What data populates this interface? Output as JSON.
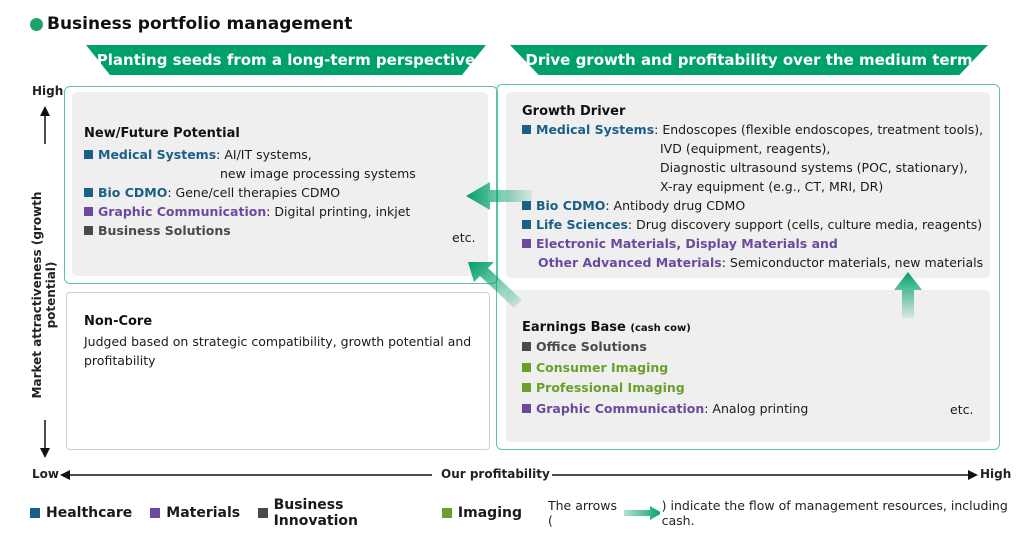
{
  "title": "Business portfolio management",
  "banners": {
    "left": "Planting seeds from a long-term perspective",
    "right": "Drive growth and profitability over the medium term"
  },
  "axes": {
    "y_label": "Market attractiveness (growth potential)",
    "y_high": "High",
    "y_low": "Low",
    "x_label": "Our profitability",
    "x_high": "High"
  },
  "quadrants": {
    "new_future": {
      "title": "New/Future Potential",
      "items": [
        {
          "segment": "Medical Systems",
          "detail": ": AI/IT systems,",
          "cont": "new image processing systems"
        },
        {
          "segment": "Bio CDMO",
          "detail": ": Gene/cell therapies CDMO"
        },
        {
          "segment": "Graphic Communication",
          "detail": ": Digital printing, inkjet"
        },
        {
          "segment": "Business Solutions",
          "detail": ""
        }
      ],
      "etc": "etc."
    },
    "growth_driver": {
      "title": "Growth Driver",
      "items": [
        {
          "segment": "Medical Systems",
          "detail": ": Endoscopes (flexible endoscopes, treatment tools),"
        },
        {
          "segment": "Bio CDMO",
          "detail": ": Antibody drug CDMO"
        },
        {
          "segment": "Life Sciences",
          "detail": ": Drug discovery support (cells, culture media, reagents)"
        },
        {
          "segment": "Electronic Materials, Display Materials and",
          "segment2": "Other Advanced Materials",
          "detail": ": Semiconductor materials, new materials"
        }
      ],
      "medical_cont": [
        "IVD (equipment, reagents),",
        "Diagnostic ultrasound systems (POC, stationary),",
        "X-ray equipment (e.g., CT, MRI, DR)"
      ]
    },
    "non_core": {
      "title": "Non-Core",
      "text1": "Judged based on strategic compatibility, growth potential and",
      "text2": "profitability"
    },
    "earnings_base": {
      "title": "Earnings Base",
      "subtitle": "(cash cow)",
      "items": [
        {
          "segment": "Office Solutions",
          "detail": ""
        },
        {
          "segment": "Consumer Imaging",
          "detail": ""
        },
        {
          "segment": "Professional Imaging",
          "detail": ""
        },
        {
          "segment": "Graphic Communication",
          "detail": ": Analog printing"
        }
      ],
      "etc": "etc."
    }
  },
  "legend": {
    "items": [
      {
        "label": "Healthcare",
        "color": "#1a5f87"
      },
      {
        "label": "Materials",
        "color": "#6b4a9e"
      },
      {
        "label": "Business Innovation",
        "color": "#4a4a4a"
      },
      {
        "label": "Imaging",
        "color": "#6aa02a"
      }
    ],
    "note_prefix": "The arrows (",
    "note_suffix": ") indicate the flow of management resources, including cash."
  },
  "colors": {
    "healthcare": "#1a5f87",
    "materials": "#6b4a9e",
    "business_innovation": "#4a4a4a",
    "imaging": "#6aa02a",
    "accent": "#00a06a"
  }
}
